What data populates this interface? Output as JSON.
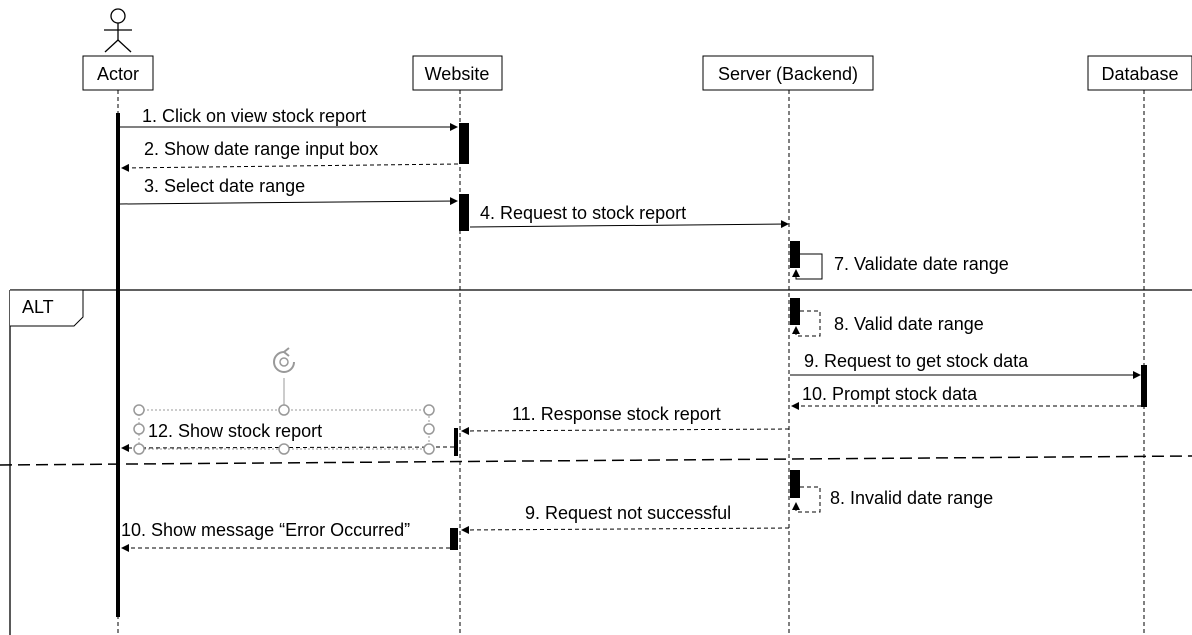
{
  "participants": {
    "actor": "Actor",
    "website": "Website",
    "server": "Server (Backend)",
    "database": "Database"
  },
  "fragment": {
    "label": "ALT"
  },
  "messages": {
    "m1": "1. Click on view stock report",
    "m2": "2. Show date range input box",
    "m3": "3. Select date range",
    "m4": "4. Request to stock report",
    "m7": "7. Validate date range",
    "m8_valid": "8. Valid date range",
    "m9_request": "9. Request to get stock data",
    "m10_prompt": "10. Prompt stock data",
    "m11": "11. Response stock report",
    "m12": "12. Show stock report",
    "m8_invalid": "8. Invalid date range",
    "m9_fail": "9. Request not successful",
    "m10_error": "10. Show message “Error Occurred”"
  }
}
